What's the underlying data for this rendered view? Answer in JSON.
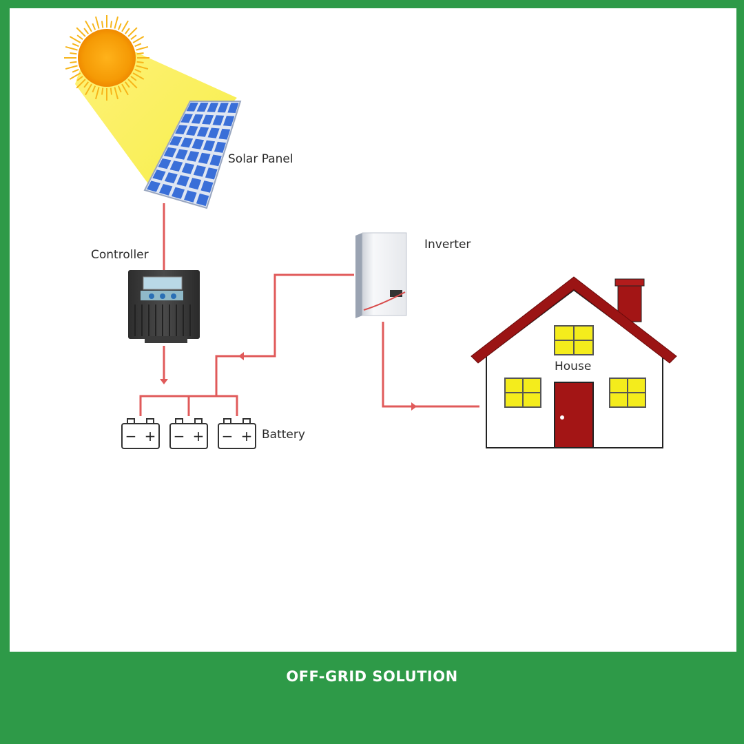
{
  "labels": {
    "solar_panel": "Solar Panel",
    "controller": "Controller",
    "inverter": "Inverter",
    "house": "House",
    "battery": "Battery"
  },
  "battery_terminals": {
    "minus": "−",
    "plus": "+"
  },
  "caption": "OFF-GRID SOLUTION",
  "colors": {
    "frame": "#2e9a48",
    "wire": "#e05a5a",
    "sun": "#f5a70a",
    "panel_cells": "#3a6fd8",
    "house_roof": "#9b1414",
    "window": "#f4ec1c"
  }
}
